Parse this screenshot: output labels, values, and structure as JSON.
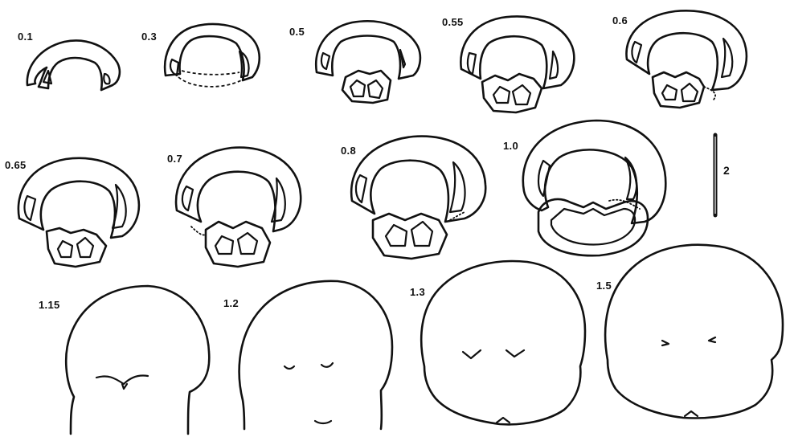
{
  "figure": {
    "sections": [
      {
        "id": "s01",
        "label": "0.1"
      },
      {
        "id": "s03",
        "label": "0.3"
      },
      {
        "id": "s05",
        "label": "0.5"
      },
      {
        "id": "s055",
        "label": "0.55"
      },
      {
        "id": "s06",
        "label": "0.6"
      },
      {
        "id": "s065",
        "label": "0.65"
      },
      {
        "id": "s07",
        "label": "0.7"
      },
      {
        "id": "s08",
        "label": "0.8"
      },
      {
        "id": "s10",
        "label": "1.0"
      },
      {
        "id": "s115",
        "label": "1.15"
      },
      {
        "id": "s12",
        "label": "1.2"
      },
      {
        "id": "s13",
        "label": "1.3"
      },
      {
        "id": "s15",
        "label": "1.5"
      }
    ],
    "scale_bar": {
      "label": "2"
    }
  }
}
